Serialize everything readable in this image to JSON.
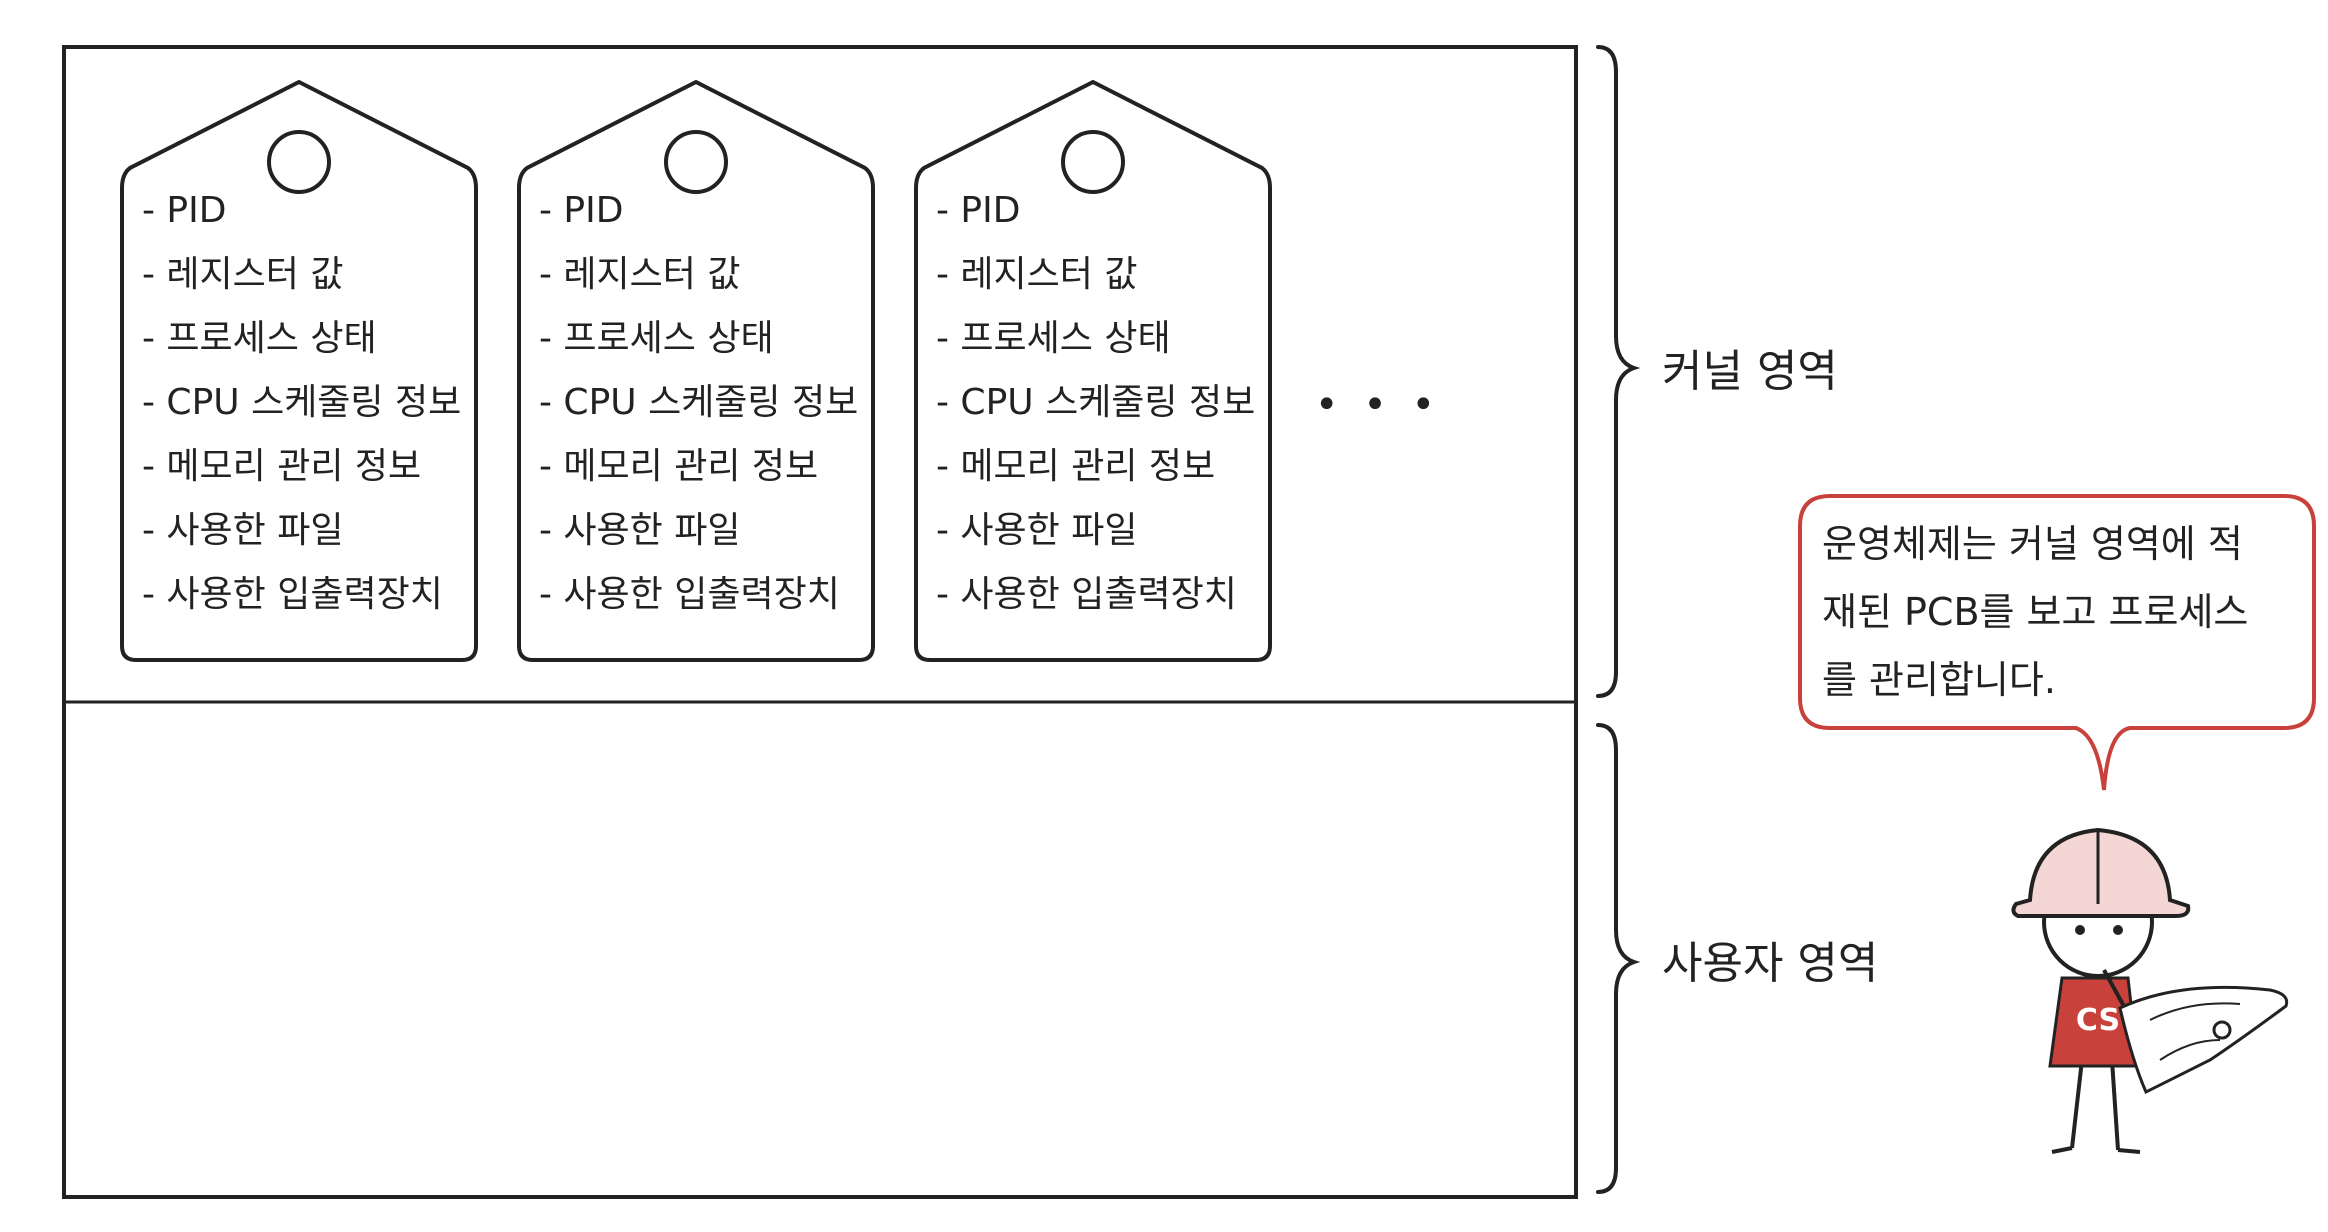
{
  "tags": [
    {
      "lines": [
        "- PID",
        "- 레지스터 값",
        "- 프로세스 상태",
        "- CPU 스케줄링 정보",
        "- 메모리 관리 정보",
        "- 사용한 파일",
        "- 사용한 입출력장치"
      ]
    },
    {
      "lines": [
        "- PID",
        "- 레지스터 값",
        "- 프로세스 상태",
        "- CPU 스케줄링 정보",
        "- 메모리 관리 정보",
        "- 사용한 파일",
        "- 사용한 입출력장치"
      ]
    },
    {
      "lines": [
        "- PID",
        "- 레지스터 값",
        "- 프로세스 상태",
        "- CPU 스케줄링 정보",
        "- 메모리 관리 정보",
        "- 사용한 파일",
        "- 사용한 입출력장치"
      ]
    }
  ],
  "ellipsis": "• • •",
  "regions": {
    "kernel_label": "커널 영역",
    "user_label": "사용자 영역"
  },
  "speech_bubble": {
    "lines": [
      "운영체제는 커널 영역에 적",
      "재된 PCB를 보고 프로세스",
      "를 관리합니다."
    ]
  },
  "character": {
    "badge": "CS",
    "accent_color": "#c8413b",
    "helmet_color": "#f4d7d5"
  }
}
